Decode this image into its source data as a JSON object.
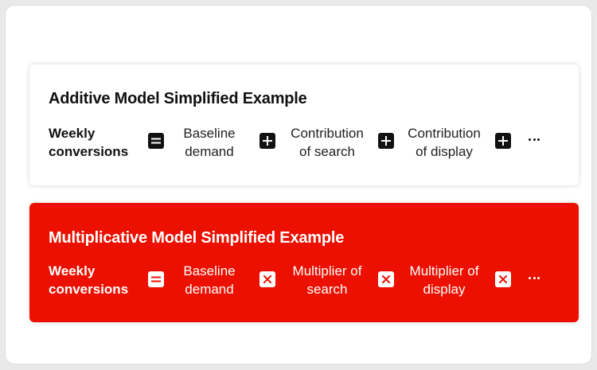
{
  "additive": {
    "title": "Additive Model Simplified Example",
    "subject_line1": "Weekly",
    "subject_line2": "conversions",
    "equals_icon": "equals-icon",
    "operator_icon": "plus-icon",
    "terms": [
      {
        "line1": "Baseline",
        "line2": "demand"
      },
      {
        "line1": "Contribution",
        "line2": "of search"
      },
      {
        "line1": "Contribution",
        "line2": "of display"
      }
    ],
    "ellipsis": "..."
  },
  "multiplicative": {
    "title": "Multiplicative Model Simplified Example",
    "subject_line1": "Weekly",
    "subject_line2": "conversions",
    "equals_icon": "equals-icon",
    "operator_icon": "times-icon",
    "terms": [
      {
        "line1": "Baseline",
        "line2": "demand"
      },
      {
        "line1": "Multiplier of",
        "line2": "search"
      },
      {
        "line1": "Multiplier of",
        "line2": "display"
      }
    ],
    "ellipsis": "..."
  },
  "colors": {
    "additive_card": "#ffffff",
    "multiplicative_card": "#eb1000",
    "dark": "#111111",
    "light": "#ffffff"
  }
}
